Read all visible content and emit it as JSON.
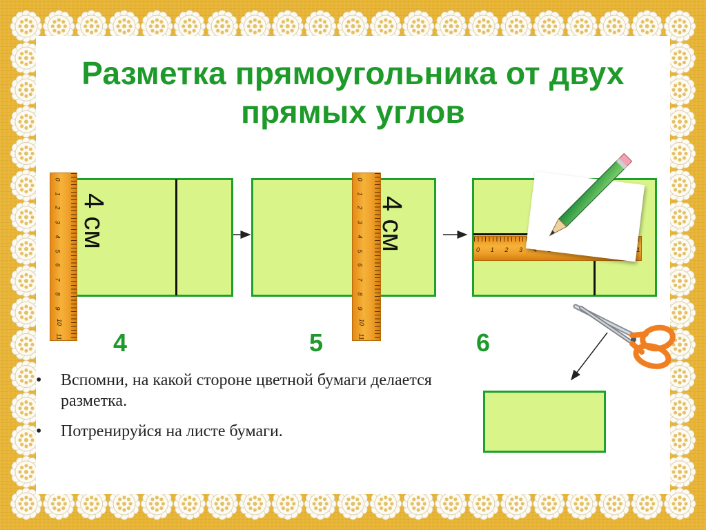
{
  "slide": {
    "title": "Разметка прямоугольника от двух прямых углов",
    "measure_label": "4 см",
    "steps": [
      "4",
      "5",
      "6"
    ],
    "bullet_char": "•",
    "bullets": [
      "Вспомни, на какой стороне цветной бумаги делается разметка.",
      "Потренируйся на листе бумаги."
    ],
    "ruler_ticks": [
      "0",
      "1",
      "2",
      "3",
      "4",
      "5",
      "6",
      "7",
      "8",
      "9",
      "10",
      "11"
    ]
  },
  "colors": {
    "title": "#1e9a2a",
    "rect_fill": "#d9f58a",
    "rect_border": "#1ea12c",
    "ruler": "#eea02a",
    "background": "#e8b434"
  },
  "icons": [
    "ruler-icon",
    "pencil-icon",
    "scissors-icon",
    "arrow-icon"
  ]
}
